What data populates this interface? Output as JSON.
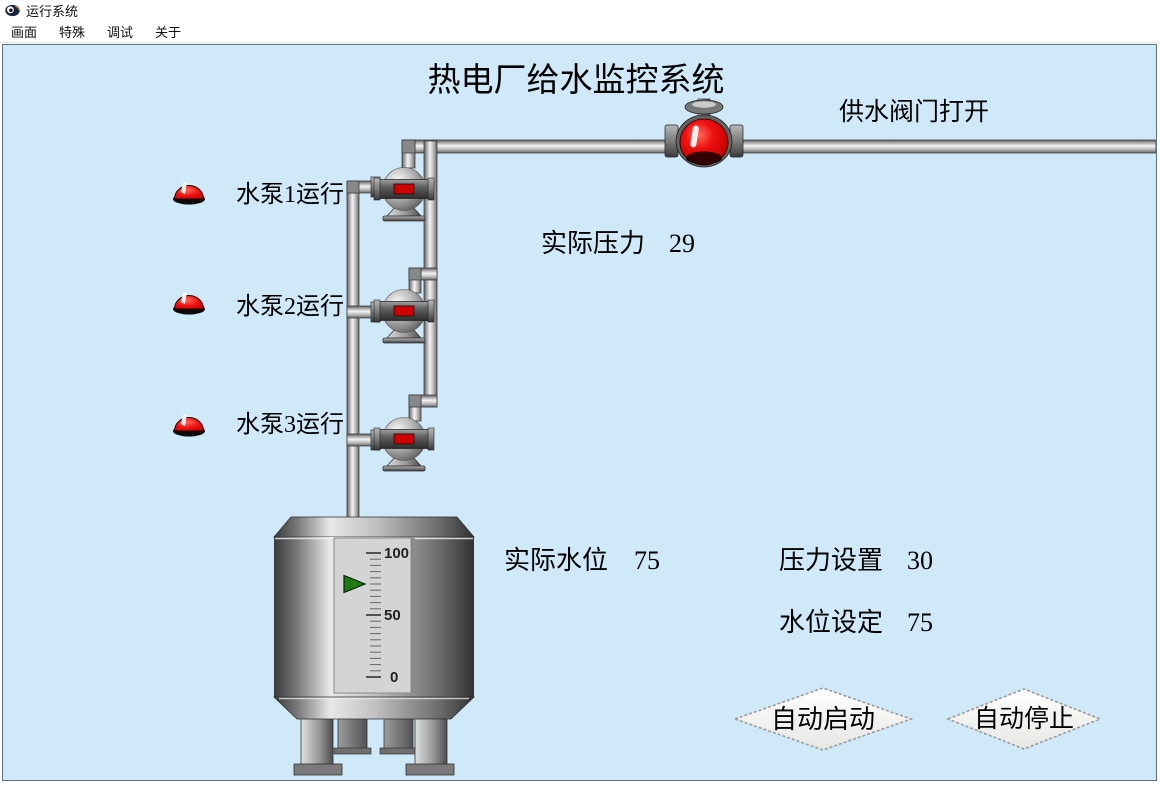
{
  "window": {
    "icon": "eye-icon",
    "title": "运行系统",
    "menus": [
      {
        "label": "画面"
      },
      {
        "label": "特殊"
      },
      {
        "label": "调试"
      },
      {
        "label": "关于"
      }
    ]
  },
  "screen": {
    "title": "热电厂给水监控系统",
    "valve_status_label": "供水阀门打开",
    "pump_rows": [
      {
        "label": "水泵1运行",
        "lamp": "red-lamp-on"
      },
      {
        "label": "水泵2运行",
        "lamp": "red-lamp-on"
      },
      {
        "label": "水泵3运行",
        "lamp": "red-lamp-on"
      }
    ],
    "readings": {
      "actual_pressure": {
        "label": "实际压力",
        "value": "29"
      },
      "actual_level": {
        "label": "实际水位",
        "value": "75"
      },
      "pressure_set": {
        "label": "压力设置",
        "value": "30"
      },
      "level_set": {
        "label": "水位设定",
        "value": "75"
      }
    },
    "gauge": {
      "min": 0,
      "max": 100,
      "tick_labels": [
        "100",
        "50",
        "0"
      ],
      "pointer_value": 75
    },
    "buttons": {
      "auto_start": {
        "label": "自动启动"
      },
      "auto_stop": {
        "label": "自动停止"
      }
    },
    "colors": {
      "canvas_bg": "#cfe9f8",
      "alarm_red": "#e60000",
      "valve_red": "#dd0000",
      "pointer_green": "#1f7a12"
    }
  }
}
